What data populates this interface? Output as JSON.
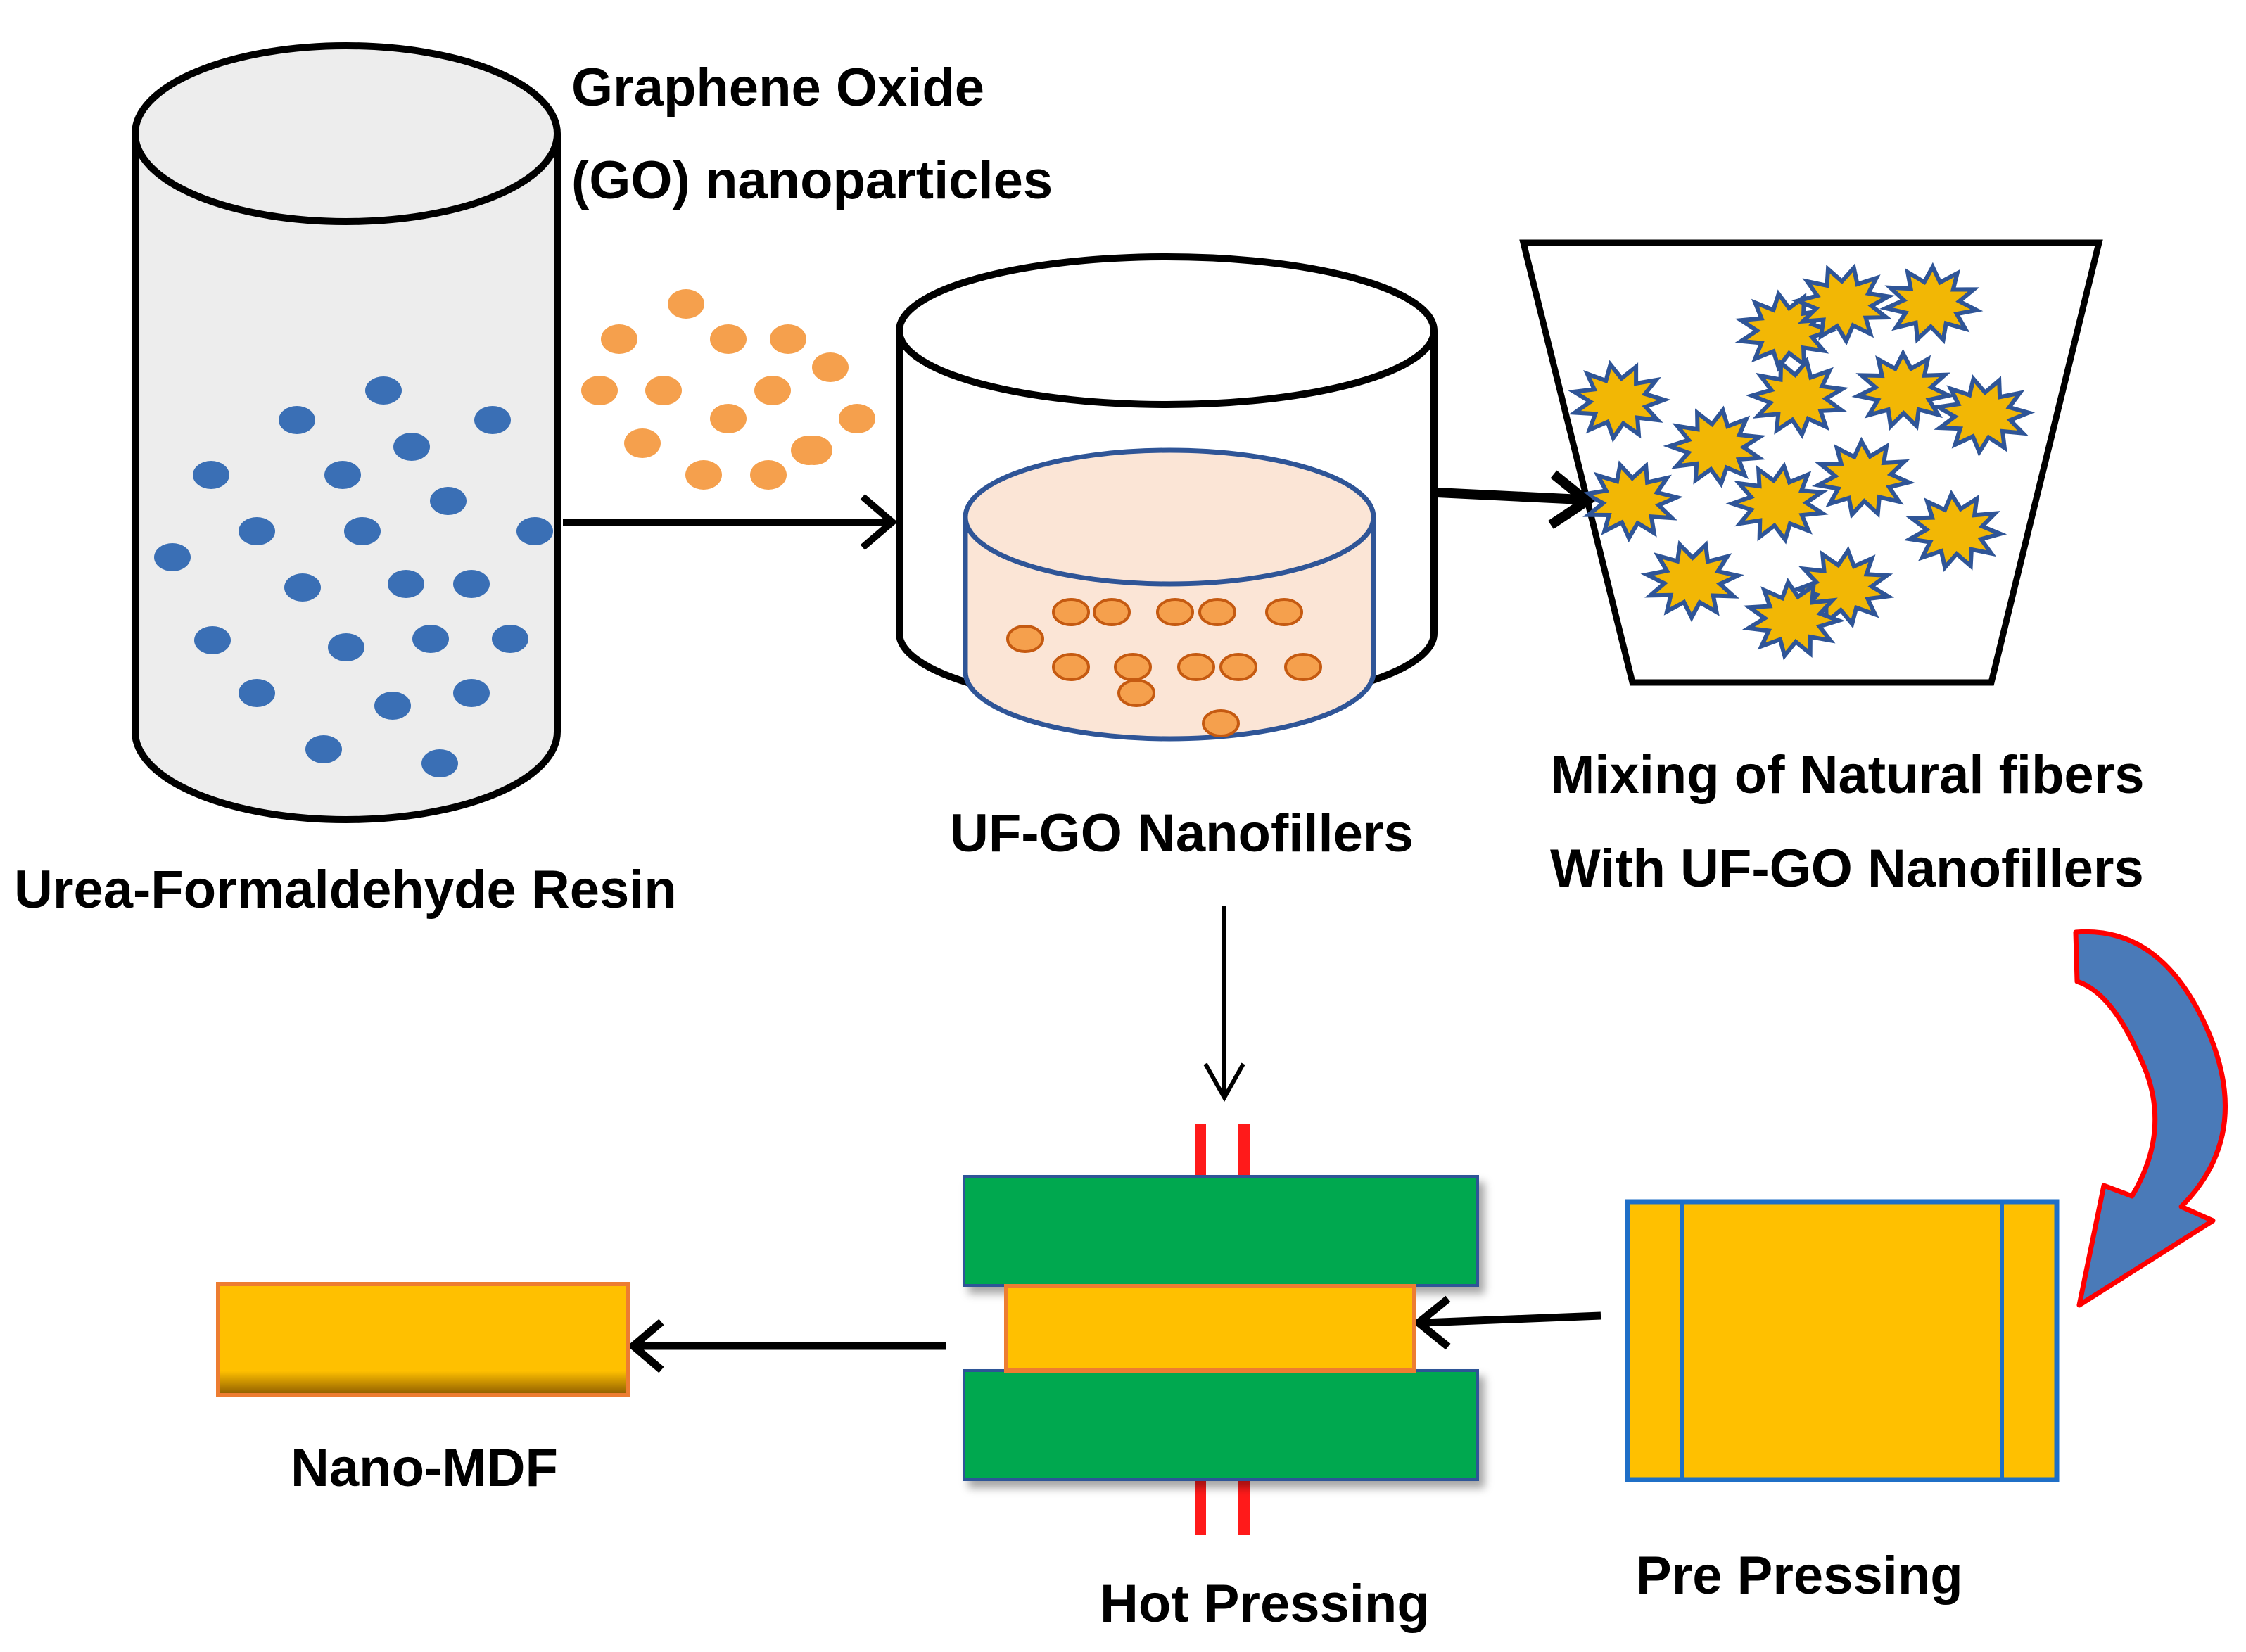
{
  "labels": {
    "graphene_line1": "Graphene Oxide",
    "graphene_line2": "(GO) nanoparticles",
    "uf_resin": "Urea-Formaldehyde Resin",
    "uf_go": "UF-GO Nanofillers",
    "mixing_line1": "Mixing of Natural fibers",
    "mixing_line2": "With UF-GO Nanofillers",
    "hot_pressing": "Hot Pressing",
    "pre_pressing": "Pre Pressing",
    "nano_mdf": "Nano-MDF"
  },
  "colors": {
    "resin_dot": "#3a6fb5",
    "go_dot": "#f5a04d",
    "mixture_fill": "#fbe5d6",
    "fiber_fill": "#f2b705",
    "fiber_stroke": "#2f5597",
    "press_plate": "#00a84f",
    "mat_fill": "#ffc000",
    "mat_border": "#ed7d31",
    "hot_pin": "#ff1a1a",
    "pre_press_border": "#1f6fc7",
    "curved_arrow_fill": "#4a7ab8",
    "curved_arrow_stroke": "#ff0000"
  },
  "icons": {
    "resin_container": "cylinder-icon",
    "mixing_container": "beaker-icon",
    "fiber": "starburst-icon"
  }
}
